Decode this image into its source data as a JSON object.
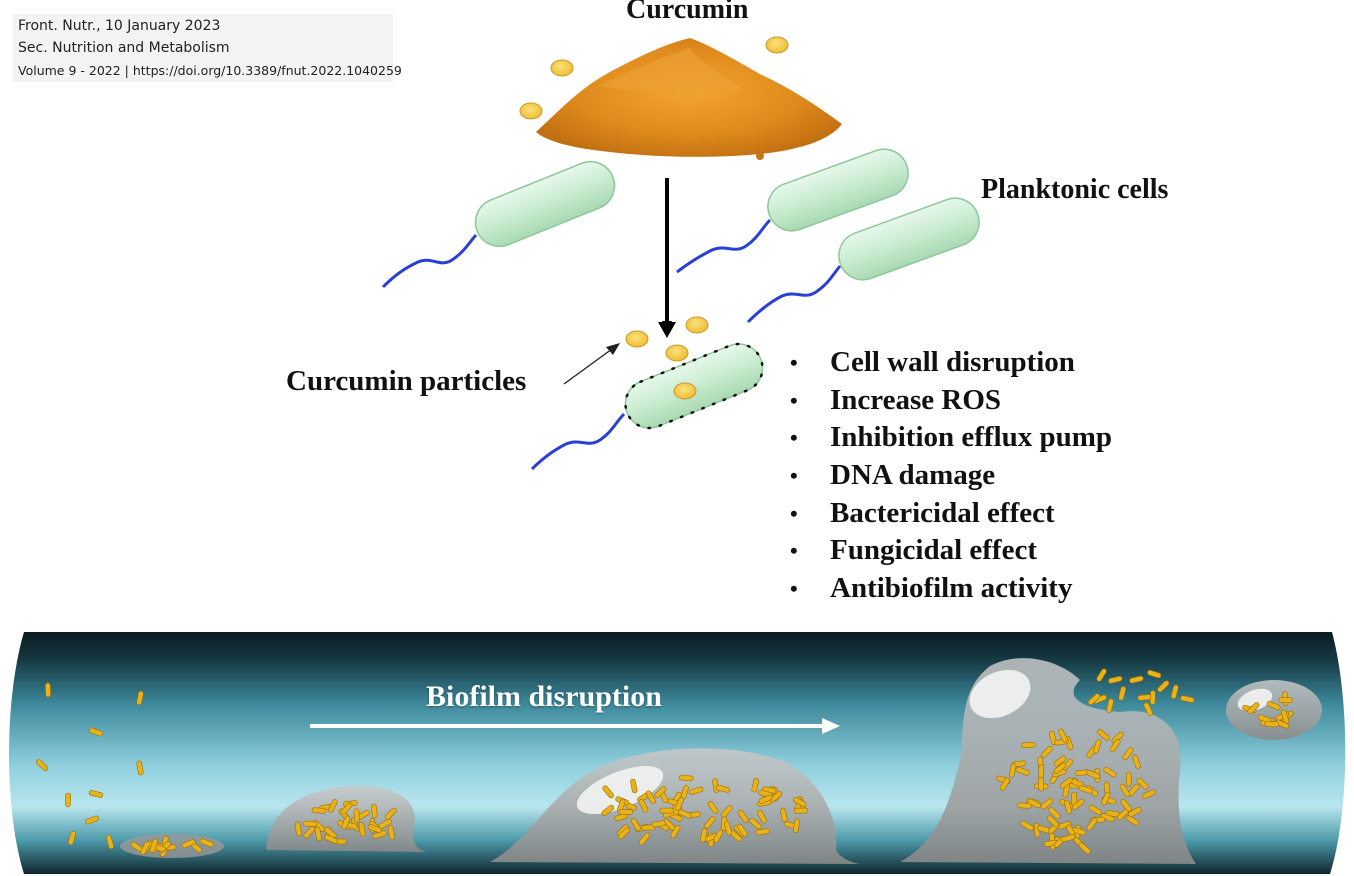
{
  "citation": {
    "line1": "Front. Nutr., 10 January 2023",
    "line2": "Sec. Nutrition and Metabolism",
    "line3": "Volume 9 - 2022 | https://doi.org/10.3389/fnut.2022.1040259"
  },
  "diagram": {
    "curcumin_label": "Curcumin",
    "planktonic_label": "Planktonic cells",
    "particles_label": "Curcumin particles",
    "effects": [
      "Cell wall disruption",
      "Increase ROS",
      "Inhibition efflux pump",
      "DNA damage",
      "Bactericidal effect",
      "Fungicidal effect",
      "Antibiofilm activity"
    ],
    "bullet_symbol": "•",
    "biofilm_label": "Biofilm disruption"
  },
  "colors": {
    "curcumin_powder": "#e08a1e",
    "particle": "#f5c842",
    "cell_body": "#cdeed3",
    "flagellum": "#2a3fd6",
    "tube_light": "#9fd8e6",
    "tube_dark": "#0a1c22",
    "bacteria": "#e8b21a"
  }
}
